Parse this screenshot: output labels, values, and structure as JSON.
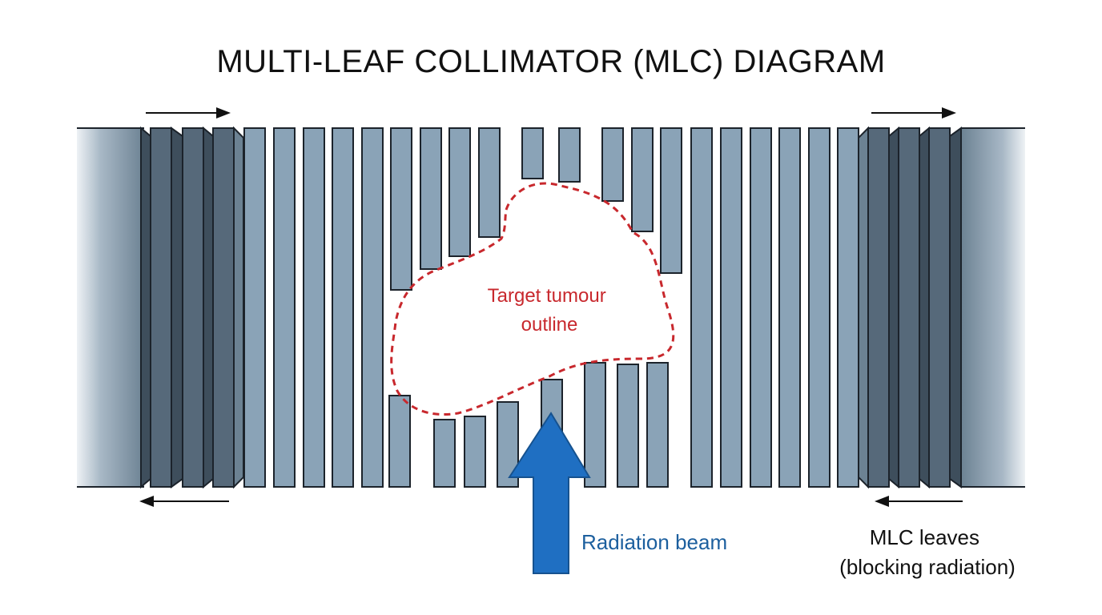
{
  "title": "MULTI-LEAF COLLIMATOR (MLC) DIAGRAM",
  "tumour_label": [
    "Target tumour",
    "outline"
  ],
  "beam_label": "Radiation beam",
  "leaves_label": [
    "MLC leaves",
    "(blocking radiation)"
  ],
  "colors": {
    "leaf_fill": "#8aa3b7",
    "leaf_dark": "#56697a",
    "leaf_stroke": "#1c232b",
    "tumour_outline": "#c8282d",
    "beam": "#1f6fc2",
    "beam_text": "#1c5f9e",
    "arrow": "#111111"
  },
  "icons": [
    "arrow-right-icon",
    "arrow-left-icon",
    "radiation-beam-arrow-icon"
  ]
}
